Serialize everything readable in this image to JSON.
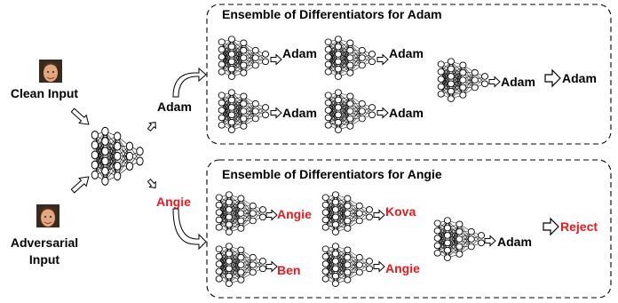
{
  "inputs": {
    "clean": "Clean Input",
    "adversarial_line1": "Adversarial",
    "adversarial_line2": "Input"
  },
  "base_model_outputs": {
    "top": "Adam",
    "bottom": "Angie"
  },
  "ensembles": [
    {
      "title": "Ensemble of Differentiators for Adam",
      "differentiator_outputs": [
        "Adam",
        "Adam",
        "Adam",
        "Adam",
        "Adam"
      ],
      "final_output": "Adam"
    },
    {
      "title": "Ensemble of Differentiators for Angie",
      "differentiator_outputs": [
        "Angie",
        "Kova",
        "Ben",
        "Angie",
        "Adam"
      ],
      "final_output": "Reject"
    }
  ],
  "colors": {
    "text": "#000000",
    "highlight_red": "#e8191f",
    "face_skin": "#e2a77f",
    "face_hair": "#4a3220"
  }
}
